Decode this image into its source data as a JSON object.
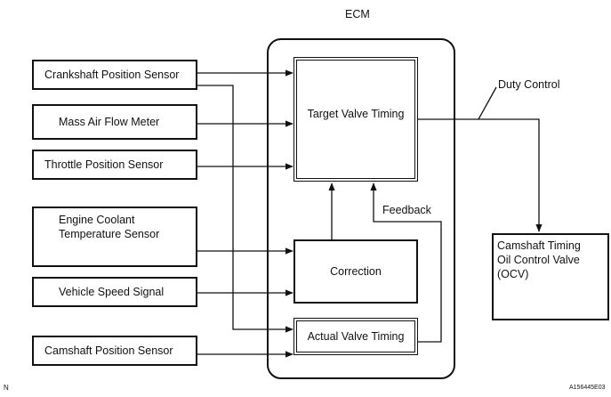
{
  "ecm": {
    "title": "ECM",
    "target_valve_timing": "Target Valve Timing",
    "correction": "Correction",
    "actual_valve_timing": "Actual Valve Timing"
  },
  "inputs": {
    "crankshaft": "Crankshaft Position Sensor",
    "maf": "Mass Air Flow Meter",
    "throttle": "Throttle Position Sensor",
    "coolant": "Engine Coolant\nTemperature Sensor",
    "vehicle_speed": "Vehicle Speed Signal",
    "camshaft": "Camshaft Position Sensor"
  },
  "output": {
    "ocv": "Camshaft Timing\nOil Control Valve\n(OCV)"
  },
  "labels": {
    "duty_control": "Duty Control",
    "feedback": "Feedback",
    "corner_left": "N",
    "corner_right": "A156445E03"
  }
}
